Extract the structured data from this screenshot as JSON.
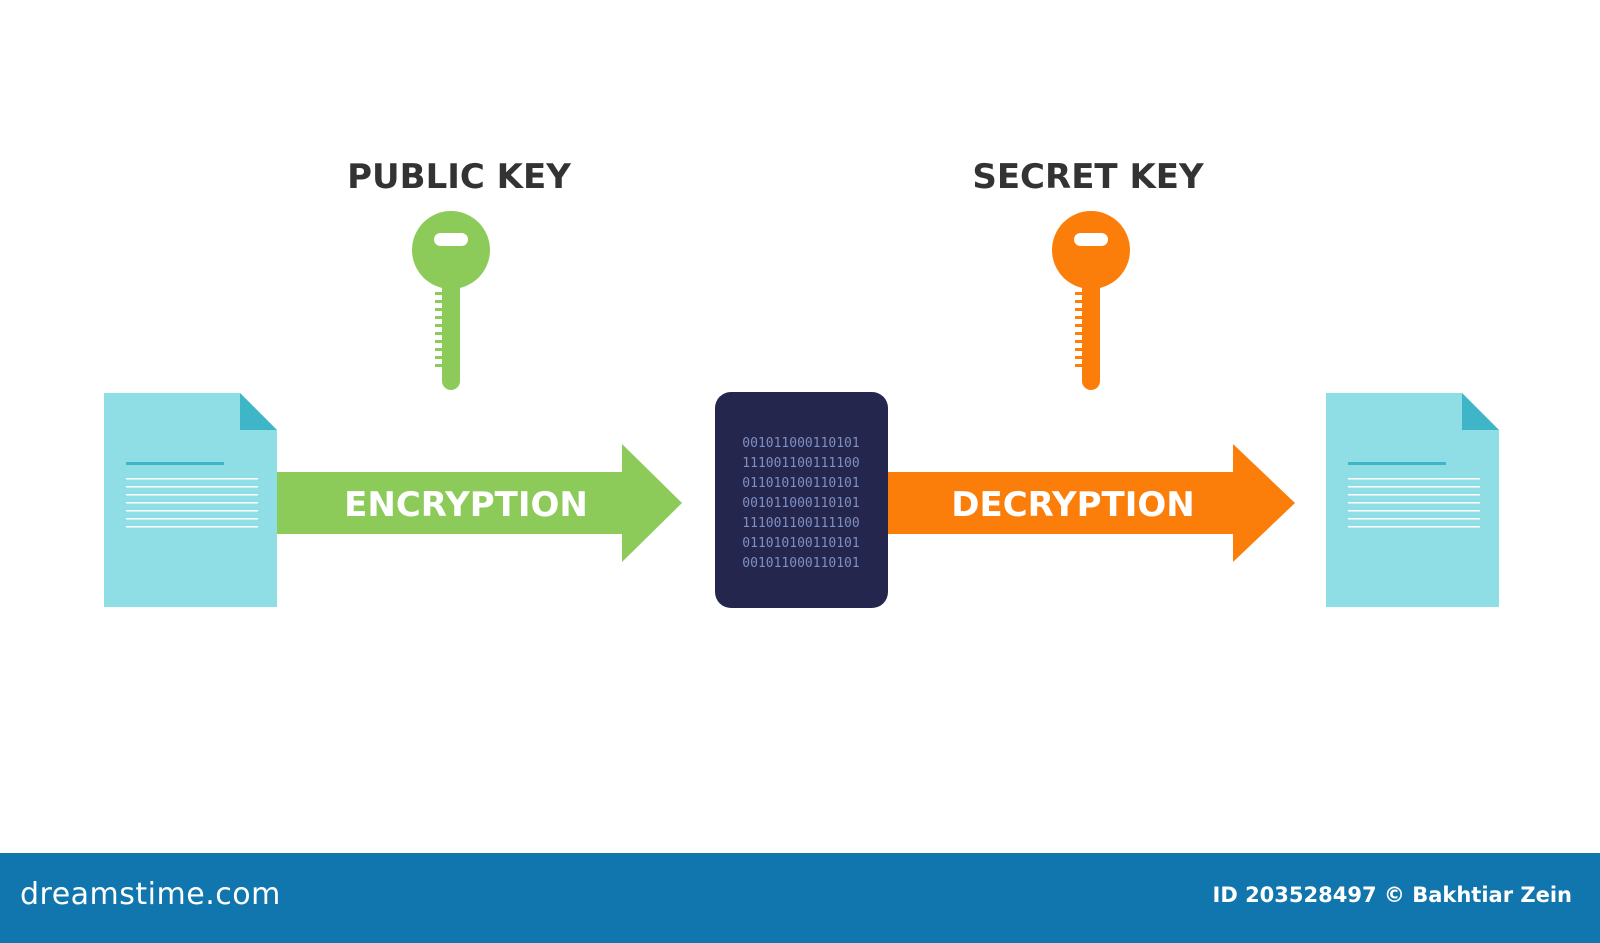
{
  "labels": {
    "public_key": "PUBLIC KEY",
    "secret_key": "SECRET KEY",
    "encryption": "ENCRYPTION",
    "decryption": "DECRYPTION"
  },
  "ciphertext_lines": [
    "001011000110101",
    "111001100111100",
    "011010100110101",
    "001011000110101",
    "111001100111100",
    "011010100110101",
    "001011000110101"
  ],
  "footer": {
    "brand": "dreamstime.com",
    "credit": "ID 203528497 © Bakhtiar Zein"
  },
  "colors": {
    "green": "#8ccb5a",
    "orange": "#fb7d0a",
    "document": "#8fdde5",
    "document_fold": "#3fb5c8",
    "cipher_block": "#25264e",
    "footer": "#1176ae"
  }
}
